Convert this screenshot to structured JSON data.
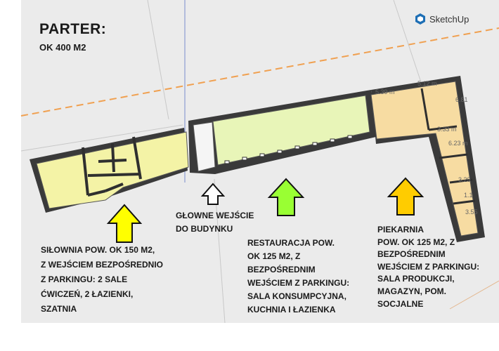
{
  "brand": {
    "name": "SketchUp",
    "icon": "sketchup-logo-icon"
  },
  "plan": {
    "title": "PARTER:",
    "area": "OK 400 M2"
  },
  "dimensions": [
    "5.39 m",
    "5.12 m",
    "6.81",
    "3.33 m",
    "6.23 m",
    "3.29",
    "1.1",
    "3.55"
  ],
  "labels": {
    "entrance": "GŁOWNE WEJŚCIE\nDO BUDYNKU",
    "gym": "SIŁOWNIA POW. OK 150 M2,\nZ WEJŚCIEM BEZPOŚREDNIO\nZ PARKINGU: 2 SALE\nĆWICZEŃ, 2 ŁAZIENKI,\nSZATNIA",
    "restaurant": "RESTAURACJA POW.\nOK 125 M2, Z\nBEZPOŚREDNIM\nWEJŚCIEM Z PARKINGU:\nSALA KONSUMPCYJNA,\nKUCHNIA I ŁAZIENKA",
    "bakery": "PIEKARNIA\nPOW. OK 125 M2, Z\nBEZPOŚREDNIM\nWEJŚCIEM Z PARKINGU:\nSALA PRODUKCJI,\nMAGAZYN, POM.\nSOCJALNE"
  },
  "arrows": [
    {
      "name": "gym-arrow-icon",
      "color": "#ffff00"
    },
    {
      "name": "entrance-arrow-icon",
      "color": "#ffffff"
    },
    {
      "name": "restaurant-arrow-icon",
      "color": "#99ff33"
    },
    {
      "name": "bakery-arrow-icon",
      "color": "#ffcc00"
    }
  ],
  "colors": {
    "gym_floor": "#f4f3a6",
    "restaurant_floor": "#e8f5b8",
    "bakery_floor": "#f7dca2",
    "walls": "#2f2f2f",
    "axis_orange": "#f0a050"
  }
}
